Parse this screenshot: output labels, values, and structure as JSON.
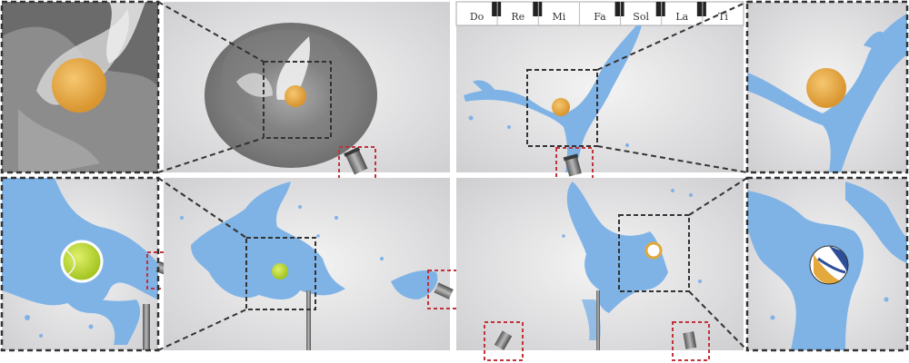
{
  "piano": {
    "notes": [
      "Do",
      "Re",
      "Mi",
      "Fa",
      "Sol",
      "La",
      "Ti"
    ]
  },
  "colors": {
    "water": "#7fb3e6",
    "zoom_box": "#333333",
    "nozzle_box": "#c0333b",
    "orange_ball": "#e6a844",
    "tennis_ball": "#b9d636",
    "background": "#e8e8e8"
  },
  "panels": [
    {
      "name": "smoke-inset-left",
      "object": "orange-ball",
      "medium": "smoke"
    },
    {
      "name": "smoke-main",
      "object": "orange-ball",
      "medium": "smoke"
    },
    {
      "name": "water-piano-main",
      "object": "orange-ball",
      "medium": "water"
    },
    {
      "name": "water-piano-inset",
      "object": "orange-ball",
      "medium": "water"
    },
    {
      "name": "tennis-inset",
      "object": "tennis-ball",
      "medium": "water"
    },
    {
      "name": "tennis-main",
      "object": "tennis-ball",
      "medium": "water"
    },
    {
      "name": "volleyball-main",
      "object": "volleyball",
      "medium": "water"
    },
    {
      "name": "volleyball-inset",
      "object": "volleyball",
      "medium": "water"
    }
  ]
}
